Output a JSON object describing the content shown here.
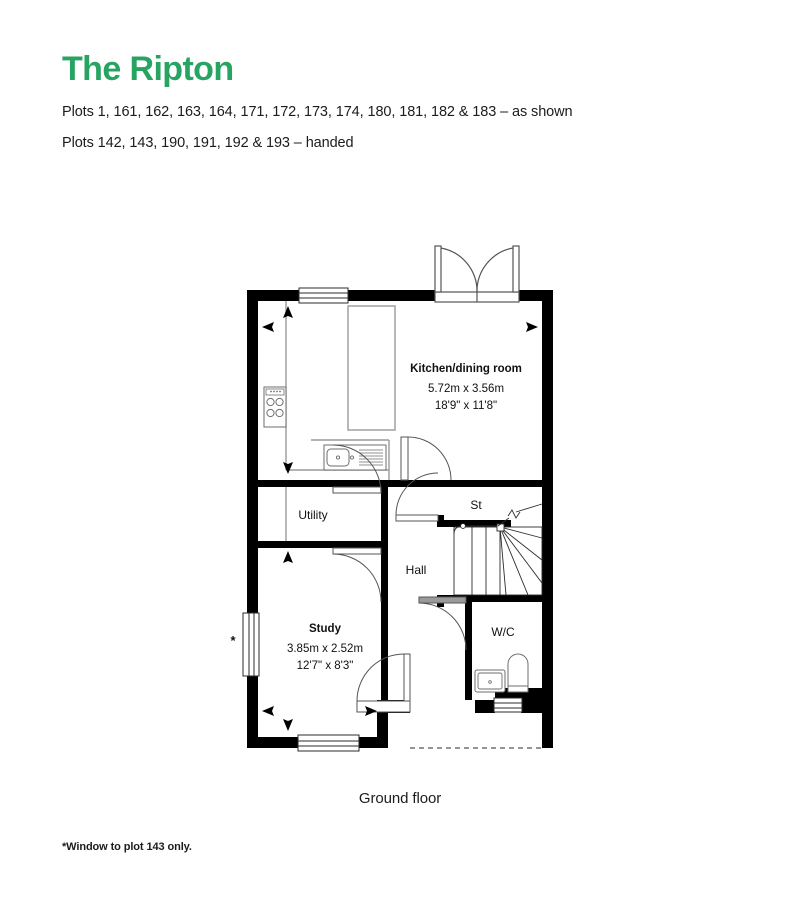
{
  "header": {
    "title": "The Ripton",
    "plots_as_shown": "Plots 1, 161, 162, 163, 164, 171, 172, 173, 174, 180, 181, 182 & 183 – as shown",
    "plots_handed": "Plots 142, 143, 190, 191, 192 & 193 – handed",
    "title_color": "#28a462"
  },
  "floorplan": {
    "caption": "Ground floor",
    "footnote": "*Window to plot 143 only.",
    "window_marker": "*",
    "wall_color": "#000000",
    "fixture_color": "#9a9a9a",
    "rooms": [
      {
        "key": "kitchen",
        "name": "Kitchen/dining room",
        "dim_metric": "5.72m x 3.56m",
        "dim_imperial": "18'9\" x 11'8\""
      },
      {
        "key": "study",
        "name": "Study",
        "dim_metric": "3.85m x 2.52m",
        "dim_imperial": "12'7\" x 8'3\""
      },
      {
        "key": "utility",
        "name": "Utility",
        "dim_metric": "",
        "dim_imperial": ""
      },
      {
        "key": "hall",
        "name": "Hall",
        "dim_metric": "",
        "dim_imperial": ""
      },
      {
        "key": "store",
        "name": "St",
        "dim_metric": "",
        "dim_imperial": ""
      },
      {
        "key": "wc",
        "name": "W/C",
        "dim_metric": "",
        "dim_imperial": ""
      }
    ]
  }
}
